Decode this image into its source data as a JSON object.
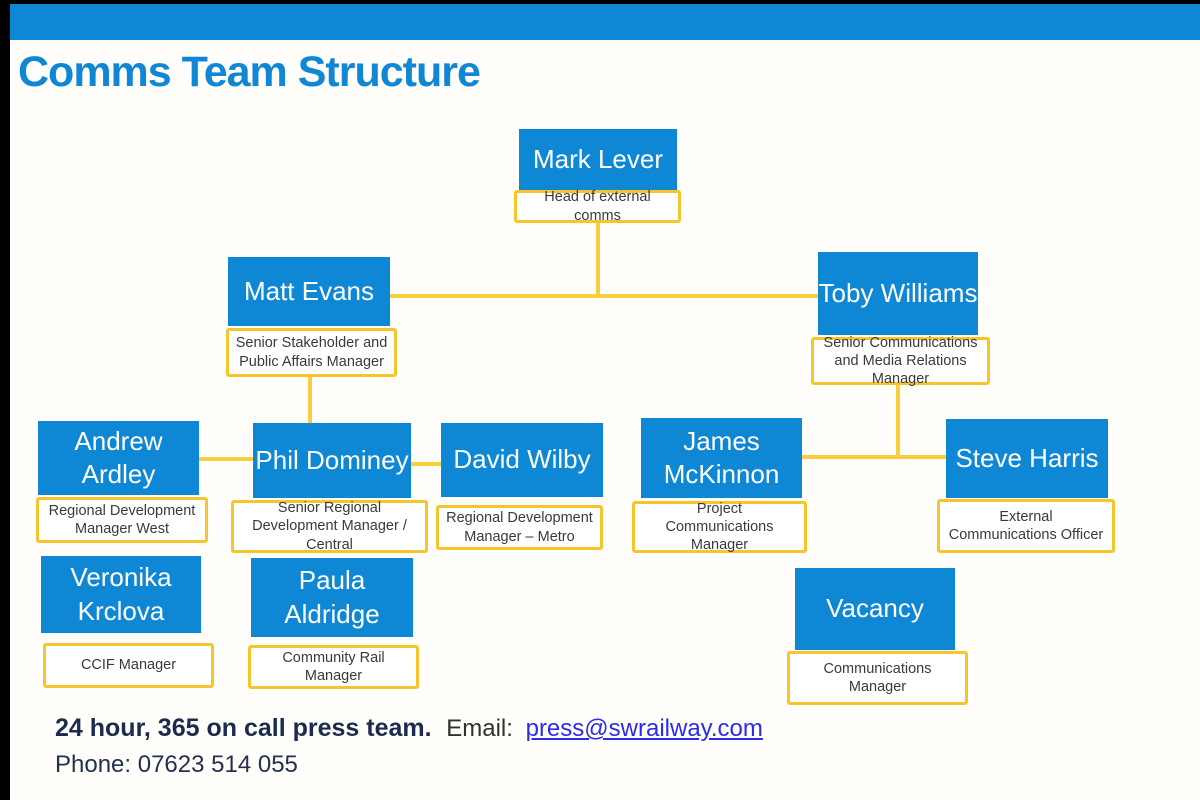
{
  "slide": {
    "title": "Comms Team Structure"
  },
  "org_chart": {
    "nodes": {
      "mark_lever": {
        "name": "Mark Lever",
        "title": "Head of external comms"
      },
      "matt_evans": {
        "name": "Matt Evans",
        "title": "Senior Stakeholder and Public Affairs Manager"
      },
      "toby_williams": {
        "name": "Toby Williams",
        "title": "Senior Communications and Media Relations Manager"
      },
      "andrew_ardley": {
        "name": "Andrew Ardley",
        "title": "Regional Development Manager West"
      },
      "phil_dominey": {
        "name": "Phil Dominey",
        "title": "Senior Regional Development Manager / Central"
      },
      "david_wilby": {
        "name": "David Wilby",
        "title": "Regional Development Manager – Metro"
      },
      "james_mckinnon": {
        "name": "James McKinnon",
        "title": "Project\nCommunications\nManager"
      },
      "steve_harris": {
        "name": "Steve Harris",
        "title": "External Communications Officer"
      },
      "veronika_krclova": {
        "name": "Veronika Krclova",
        "title": "CCIF Manager"
      },
      "paula_aldridge": {
        "name": "Paula Aldridge",
        "title": "Community Rail Manager"
      },
      "vacancy": {
        "name": "Vacancy",
        "title": "Communications Manager"
      }
    }
  },
  "footer": {
    "press_team_bold": "24 hour, 365 on call press team.",
    "email_label": "Email:",
    "email_link": "press@swrailway.com",
    "phone_line": "Phone: 07623 514 055"
  },
  "colors": {
    "accent_blue": "#0e87d5",
    "title_blue": "#0f87d5",
    "connector_yellow": "#f9ce3d",
    "label_border_yellow": "#f7c52b",
    "footer_navy": "#1b2b4d",
    "link_blue": "#2b2bef"
  }
}
